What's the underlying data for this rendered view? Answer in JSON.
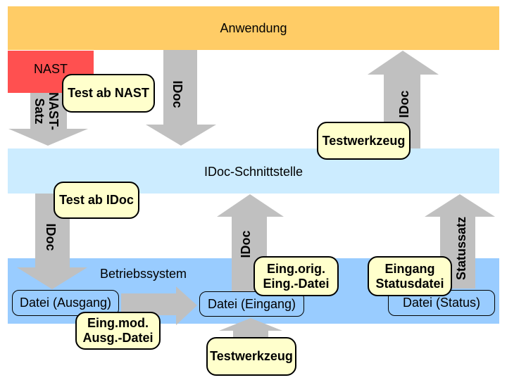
{
  "colors": {
    "application_band": "#FFCC66",
    "idoc_interface_band": "#CCECFF",
    "operating_system_band": "#99CCFF",
    "nast_box": "#FF5050",
    "arrow": "#C0C0C0",
    "callout_fill": "#FFFFCC",
    "text": "#000000"
  },
  "bands": {
    "application": {
      "label": "Anwendung"
    },
    "idoc_interface": {
      "label": "IDoc-Schnittstelle"
    },
    "operating_system": {
      "label": "Betriebssystem"
    }
  },
  "nast": {
    "label": "NAST"
  },
  "arrows": {
    "nast_satz": {
      "line1": "NAST-",
      "line2": "Satz"
    },
    "idoc_from_app": {
      "label": "IDoc"
    },
    "idoc_to_app": {
      "label": "IDoc"
    },
    "idoc_to_os": {
      "label": "IDoc"
    },
    "idoc_from_os": {
      "label": "IDoc"
    },
    "statussatz": {
      "label": "Statussatz"
    }
  },
  "callouts": {
    "test_ab_nast": {
      "label": "Test ab NAST"
    },
    "testwerkzeug_top": {
      "label": "Testwerkzeug"
    },
    "test_ab_idoc": {
      "label": "Test ab IDoc"
    },
    "eing_orig": {
      "line1": "Eing.orig.",
      "line2": "Eing.-Datei"
    },
    "eingang_statusdatei": {
      "line1": "Eingang",
      "line2": "Statusdatei"
    },
    "eing_mod": {
      "line1": "Eing.mod.",
      "line2": "Ausg.-Datei"
    },
    "testwerkzeug_bottom": {
      "label": "Testwerkzeug"
    }
  },
  "files": {
    "ausgang": {
      "label": "Datei (Ausgang)"
    },
    "eingang": {
      "label": "Datei (Eingang)"
    },
    "status": {
      "label": "Datei (Status)"
    }
  }
}
